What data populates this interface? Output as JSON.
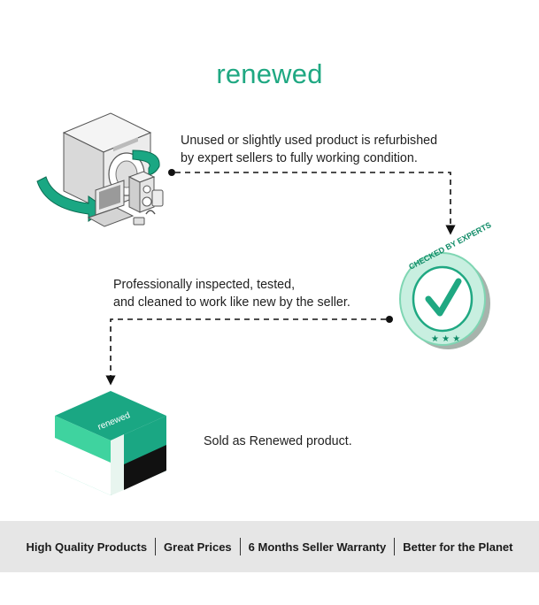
{
  "brand": {
    "name": "renewed",
    "color": "#1fa882"
  },
  "steps": [
    {
      "line1": "Unused or slightly used product is refurbished",
      "line2": "by expert sellers to fully working condition."
    },
    {
      "line1": "Professionally inspected, tested,",
      "line2": "and cleaned to work like new by the seller."
    },
    {
      "line1": "Sold as Renewed product."
    }
  ],
  "illustrations": {
    "devices": "appliances-electronics-icon",
    "badge": {
      "text_top": "CHECKED BY EXPERTS",
      "stars": "★ ★ ★",
      "icon": "checkmark-icon"
    },
    "box": {
      "text": "renewed",
      "icon": "renewed-box-icon"
    }
  },
  "benefits": [
    "High Quality Products",
    "Great Prices",
    "6 Months Seller Warranty",
    "Better for the Planet"
  ],
  "colors": {
    "accent": "#1fa882",
    "dark_green": "#0e8a66",
    "light_green": "#7fd6b3",
    "bar_background": "#e6e6e6"
  }
}
